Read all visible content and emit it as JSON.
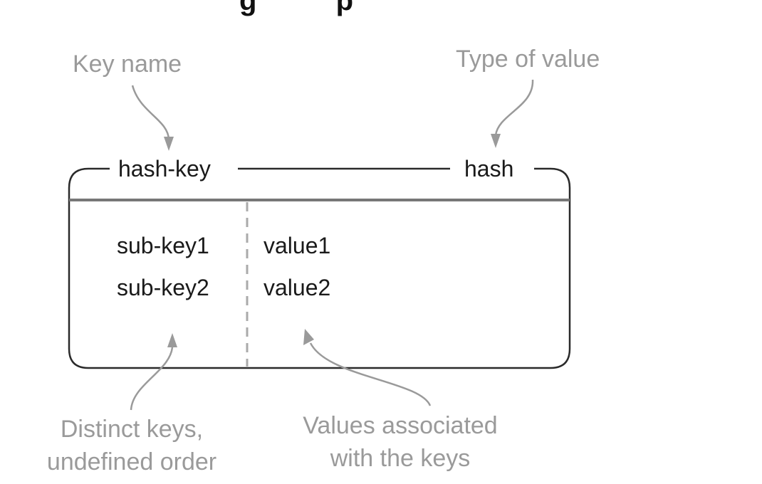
{
  "title": "g          p",
  "box": {
    "key_name": "hash-key",
    "value_type": "hash",
    "rows": [
      {
        "sub_key": "sub-key1",
        "value": "value1"
      },
      {
        "sub_key": "sub-key2",
        "value": "value2"
      }
    ]
  },
  "callouts": {
    "key_name": "Key name",
    "type_of_value": "Type of value",
    "distinct_keys": [
      "Distinct keys,",
      "undefined order"
    ],
    "values_assoc": [
      "Values associated",
      "with the keys"
    ]
  },
  "colors": {
    "outline": "#2a2a2a",
    "callout_text": "#9a9a9a",
    "box_text": "#1a1a1a"
  }
}
